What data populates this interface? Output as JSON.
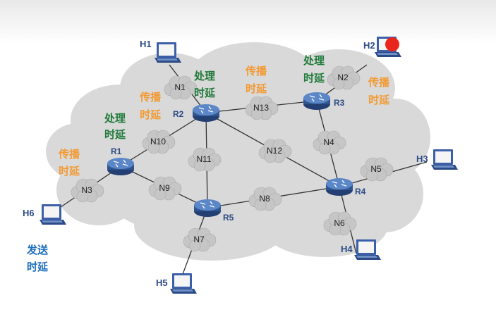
{
  "colors": {
    "background_cloud": "#dcdcdc",
    "link": "#333333",
    "router_body": "#3a64a8",
    "network_cloud": "#c4c4c4",
    "laptop": "#3b5fa8",
    "propagation_delay": "#f29a33",
    "processing_delay": "#1f7a3a",
    "transmission_delay": "#1e6fc0",
    "marker": "#e8261b"
  },
  "hosts": [
    {
      "id": "H1",
      "label": "H1"
    },
    {
      "id": "H2",
      "label": "H2"
    },
    {
      "id": "H3",
      "label": "H3"
    },
    {
      "id": "H4",
      "label": "H4"
    },
    {
      "id": "H5",
      "label": "H5"
    },
    {
      "id": "H6",
      "label": "H6"
    }
  ],
  "routers": [
    {
      "id": "R1",
      "label": "R1"
    },
    {
      "id": "R2",
      "label": "R2"
    },
    {
      "id": "R3",
      "label": "R3"
    },
    {
      "id": "R4",
      "label": "R4"
    },
    {
      "id": "R5",
      "label": "R5"
    }
  ],
  "networks": [
    {
      "id": "N1",
      "label": "N1"
    },
    {
      "id": "N2",
      "label": "N2"
    },
    {
      "id": "N3",
      "label": "N3"
    },
    {
      "id": "N4",
      "label": "N4"
    },
    {
      "id": "N5",
      "label": "N5"
    },
    {
      "id": "N6",
      "label": "N6"
    },
    {
      "id": "N7",
      "label": "N7"
    },
    {
      "id": "N8",
      "label": "N8"
    },
    {
      "id": "N9",
      "label": "N9"
    },
    {
      "id": "N10",
      "label": "N10"
    },
    {
      "id": "N11",
      "label": "N11"
    },
    {
      "id": "N12",
      "label": "N12"
    },
    {
      "id": "N13",
      "label": "N13"
    }
  ],
  "annotations": {
    "prop_r1": {
      "line1": "传播",
      "line2": "时延"
    },
    "proc_r1": {
      "line1": "处理",
      "line2": "时延"
    },
    "prop_r2": {
      "line1": "传播",
      "line2": "时延"
    },
    "proc_r2": {
      "line1": "处理",
      "line2": "时延"
    },
    "prop_n13": {
      "line1": "传播",
      "line2": "时延"
    },
    "proc_r3": {
      "line1": "处理",
      "line2": "时延"
    },
    "prop_h2": {
      "line1": "传播",
      "line2": "时延"
    },
    "send_h6": {
      "line1": "发送",
      "line2": "时延"
    }
  }
}
